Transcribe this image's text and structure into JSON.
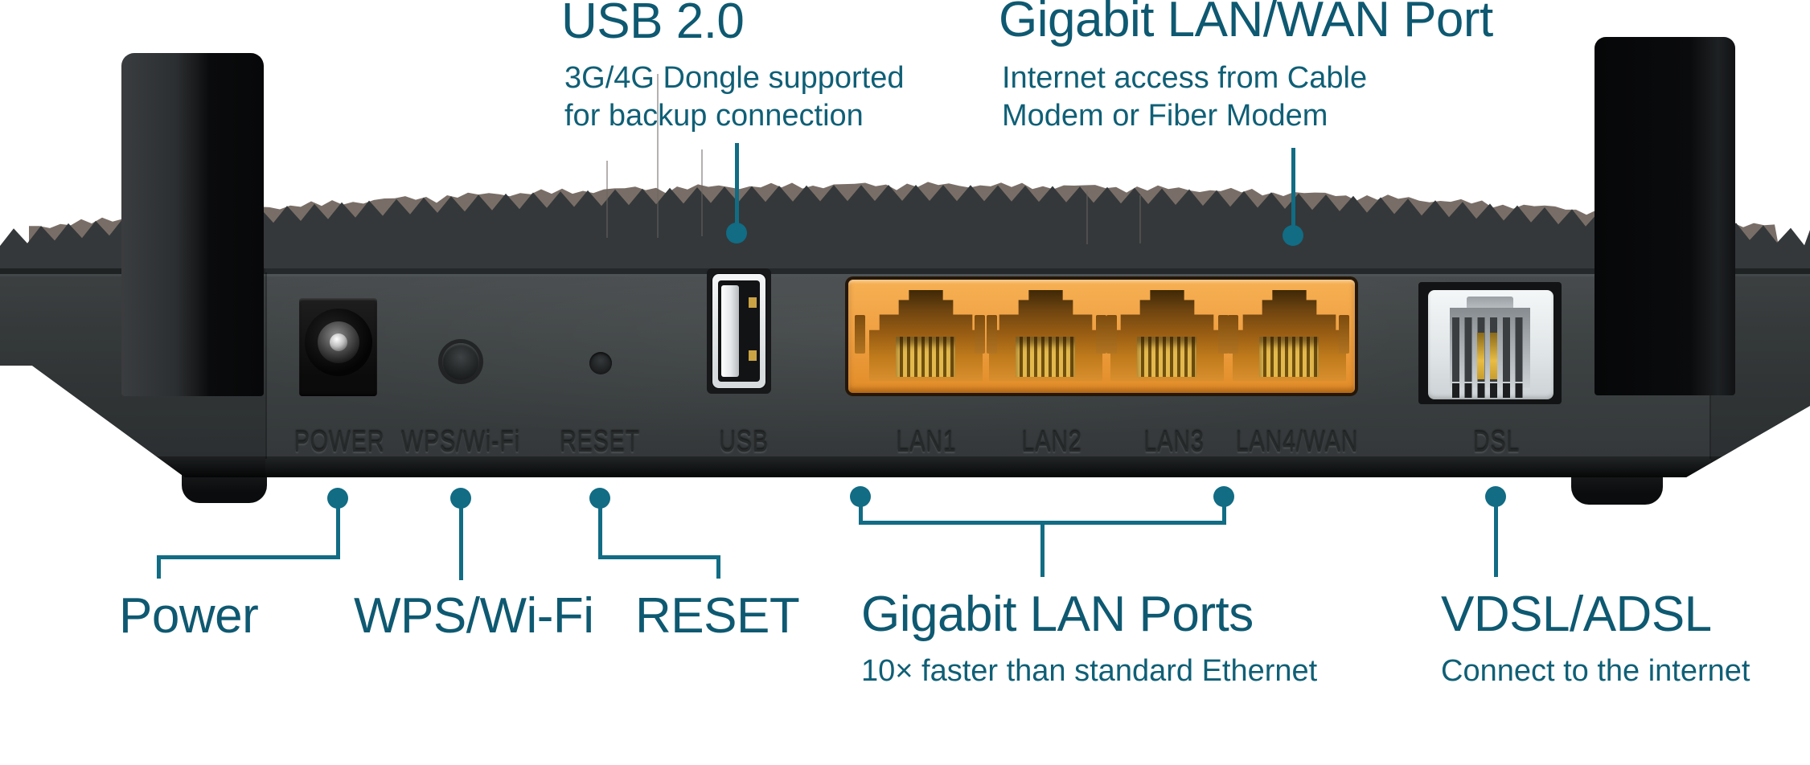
{
  "annotations": {
    "usb": {
      "title": "USB 2.0",
      "desc_line1": "3G/4G Dongle supported",
      "desc_line2": "for backup connection"
    },
    "lan_wan": {
      "title": "Gigabit LAN/WAN Port",
      "desc_line1": "Internet access from Cable",
      "desc_line2": "Modem or Fiber Modem"
    },
    "power": {
      "label": "Power"
    },
    "wps": {
      "label": "WPS/Wi-Fi"
    },
    "reset": {
      "label": "RESET"
    },
    "lan": {
      "title": "Gigabit LAN Ports",
      "desc": "10× faster than standard Ethernet"
    },
    "vdsl": {
      "title": "VDSL/ADSL",
      "desc": "Connect to the internet"
    }
  },
  "panel_labels": {
    "power": "POWER",
    "wps": "WPS/Wi-Fi",
    "reset": "RESET",
    "usb": "USB",
    "lan1": "LAN1",
    "lan2": "LAN2",
    "lan3": "LAN3",
    "lan4": "LAN4/WAN",
    "dsl": "DSL"
  },
  "colors": {
    "annotation_teal_text": "#0e5971",
    "annotation_teal_line": "#116c84",
    "lan_port_orange": "#f0a143",
    "router_panel_gray": "#3d4243",
    "ridge_fuzz_brown": "#6f635b"
  }
}
